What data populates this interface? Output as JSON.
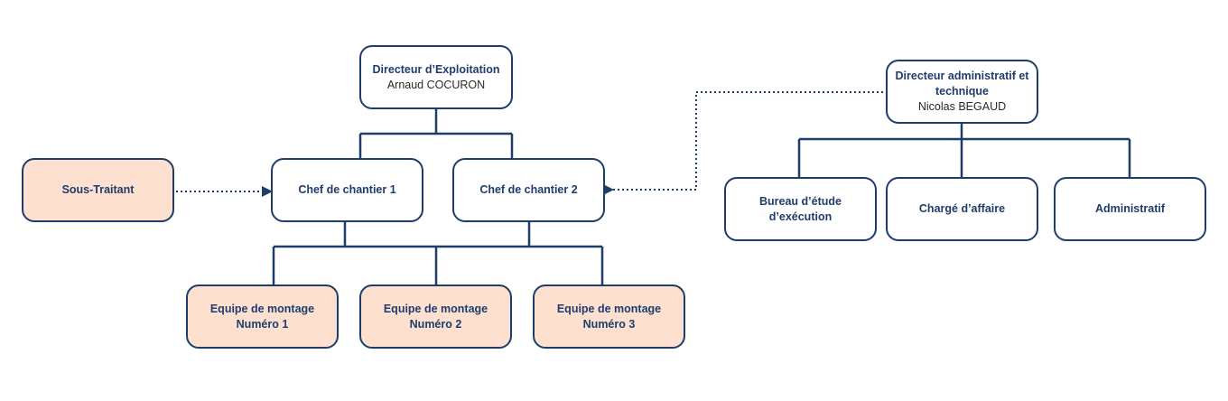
{
  "colors": {
    "line": "#1f3d6b",
    "peach": "#fde0d0",
    "white": "#ffffff"
  },
  "nodes": {
    "directeur_exploitation": {
      "title": "Directeur d’Exploitation",
      "name": "Arnaud COCURON"
    },
    "chef_chantier_1": {
      "title": "Chef de chantier 1"
    },
    "chef_chantier_2": {
      "title": "Chef de chantier 2"
    },
    "sous_traitant": {
      "title": "Sous-Traitant"
    },
    "equipe_1": {
      "title_line1": "Equipe de montage",
      "title_line2": "Numéro 1"
    },
    "equipe_2": {
      "title_line1": "Equipe de montage",
      "title_line2": "Numéro 2"
    },
    "equipe_3": {
      "title_line1": "Equipe de montage",
      "title_line2": "Numéro 3"
    },
    "directeur_admin": {
      "title_line1": "Directeur administratif et",
      "title_line2": "technique",
      "name": "Nicolas BEGAUD"
    },
    "bureau_etude": {
      "title_line1": "Bureau d’étude",
      "title_line2": "d’exécution"
    },
    "charge_affaire": {
      "title": "Chargé d’affaire"
    },
    "administratif": {
      "title": "Administratif"
    }
  }
}
